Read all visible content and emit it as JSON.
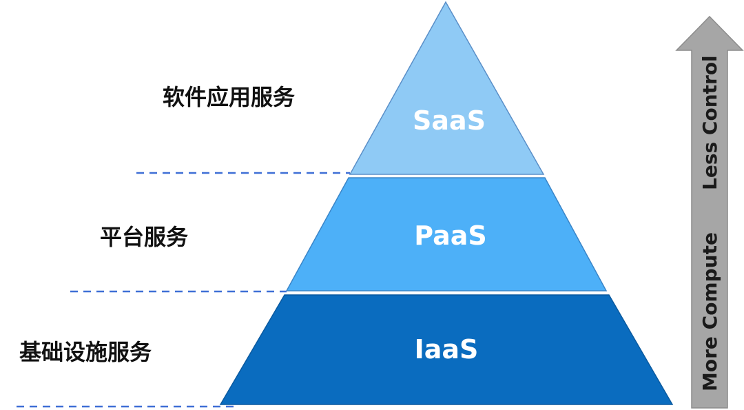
{
  "diagram": {
    "layers": [
      {
        "id": "saas",
        "acronym": "SaaS",
        "label": "软件应用服务",
        "color": "#8fcaf5"
      },
      {
        "id": "paas",
        "acronym": "PaaS",
        "label": "平台服务",
        "color": "#4db0f8"
      },
      {
        "id": "iaas",
        "acronym": "IaaS",
        "label": "基础设施服务",
        "color": "#0a6cbf"
      }
    ],
    "arrow": {
      "bottom_text": "More Compute",
      "top_text": "Less Control",
      "color": "#a6a6a6",
      "direction": "up"
    },
    "guide_color": "#3f6fd6"
  }
}
